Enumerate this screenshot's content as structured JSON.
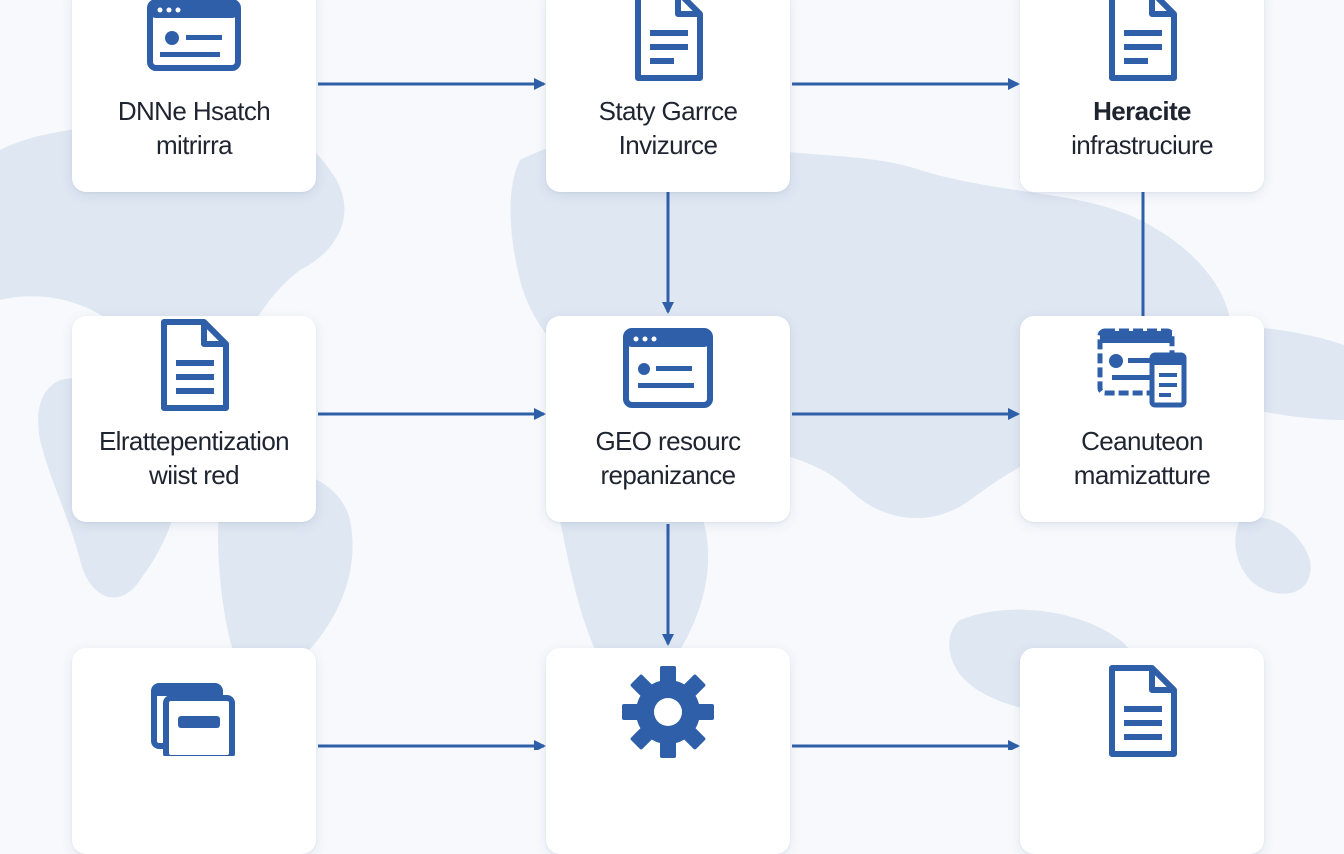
{
  "diagram": {
    "accent_color": "#2f5fa9",
    "nodes": [
      {
        "id": "n1",
        "icon": "browser-window-icon",
        "label_line1": "DNNe Hsatch",
        "label_line2": "mitrirra"
      },
      {
        "id": "n2",
        "icon": "document-icon",
        "label_line1": "Staty Garrce",
        "label_line2": "Invizurce"
      },
      {
        "id": "n3",
        "icon": "document-icon",
        "label_line1": "Heracite",
        "label_line2": "infrastruciure"
      },
      {
        "id": "n4",
        "icon": "document-icon",
        "label_line1": "Elrattepentization",
        "label_line2": "wiist red"
      },
      {
        "id": "n5",
        "icon": "browser-window-icon",
        "label_line1": "GEO resourc",
        "label_line2": "repanizance"
      },
      {
        "id": "n6",
        "icon": "dashboard-document-icon",
        "label_line1": "Ceanuteon",
        "label_line2": "mamizatture"
      },
      {
        "id": "n7",
        "icon": "stacked-cards-icon",
        "label_line1": "",
        "label_line2": ""
      },
      {
        "id": "n8",
        "icon": "gear-icon",
        "label_line1": "",
        "label_line2": ""
      },
      {
        "id": "n9",
        "icon": "document-icon",
        "label_line1": "",
        "label_line2": ""
      }
    ]
  }
}
